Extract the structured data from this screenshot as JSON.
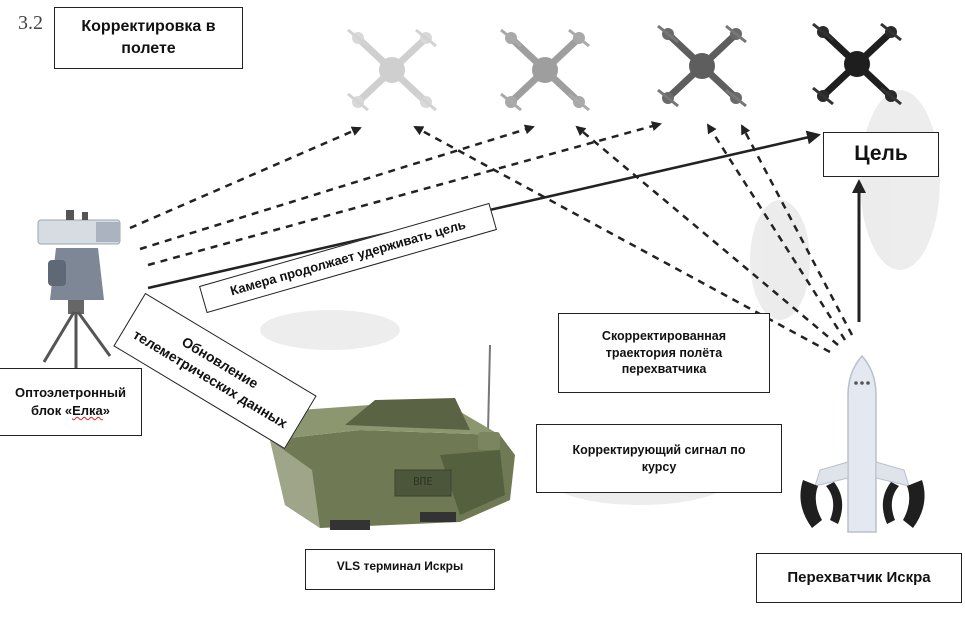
{
  "section": {
    "number": "3.2"
  },
  "title": {
    "line1": "Корректировка в",
    "line2": "полете"
  },
  "target_label": "Цель",
  "camera_caption": "Камера продолжает удерживать цель",
  "telemetry_caption": {
    "line1": "Обновление",
    "line2": "телеметрических данных"
  },
  "optoelectronic": {
    "line1": "Оптоэлетронный",
    "line2_pre": "блок «",
    "line2_name": "Елка",
    "line2_post": "»"
  },
  "corrected_trajectory": {
    "line1": "Скорректированная",
    "line2": "траектория полёта",
    "line3": "перехватчика"
  },
  "course_signal": {
    "line1": "Корректирующий сигнал по",
    "line2": "курсу"
  },
  "vls_terminal": "VLS терминал Искры",
  "interceptor": "Перехватчик Искра",
  "terminal_panel_text": "ВПЕ",
  "colors": {
    "drone_shades": [
      "#cfcfcf",
      "#9e9e9e",
      "#5e5e5e",
      "#1e1e1e"
    ],
    "vehicle_olive": "#6f7a55",
    "missile_body": "#e4e8f0"
  },
  "icons": [
    "drone-icon",
    "tripod-camera-icon",
    "vehicle-icon",
    "missile-icon"
  ]
}
